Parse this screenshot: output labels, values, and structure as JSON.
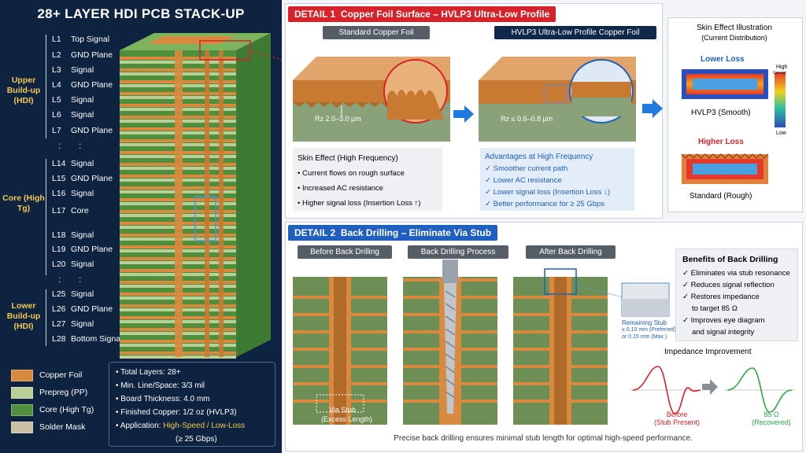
{
  "left": {
    "title": "28+ LAYER HDI PCB STACK-UP",
    "groups": [
      {
        "label": "Upper Build-up (HDI)"
      },
      {
        "label": "Core (High Tg)"
      },
      {
        "label": "Lower Build-up (HDI)"
      }
    ],
    "layers": [
      {
        "num": "L1",
        "name": "Top Signal"
      },
      {
        "num": "L2",
        "name": "GND Plane"
      },
      {
        "num": "L3",
        "name": "Signal"
      },
      {
        "num": "L4",
        "name": "GND Plane"
      },
      {
        "num": "L5",
        "name": "Signal"
      },
      {
        "num": "L6",
        "name": "Signal"
      },
      {
        "num": "L7",
        "name": "GND Plane"
      },
      {
        "num": "L14",
        "name": "Signal"
      },
      {
        "num": "L15",
        "name": "GND Plane"
      },
      {
        "num": "L16",
        "name": "Signal"
      },
      {
        "num": "L17",
        "name": "Core"
      },
      {
        "num": "L18",
        "name": "Signal"
      },
      {
        "num": "L19",
        "name": "GND Plane"
      },
      {
        "num": "L20",
        "name": "Signal"
      },
      {
        "num": "L25",
        "name": "Signal"
      },
      {
        "num": "L26",
        "name": "GND Plane"
      },
      {
        "num": "L27",
        "name": "Signal"
      },
      {
        "num": "L28",
        "name": "Bottom Signal"
      }
    ],
    "dots": ":",
    "legend": [
      {
        "label": "Copper Foil",
        "color": "#d98a3e"
      },
      {
        "label": "Prepreg (PP)",
        "color": "#b9cf98"
      },
      {
        "label": "Core (High Tg)",
        "color": "#4f8f3c"
      },
      {
        "label": "Solder Mask",
        "color": "#c9bfa4"
      }
    ],
    "specs": [
      {
        "label": "Total Layers:",
        "value": "28+"
      },
      {
        "label": "Min. Line/Space:",
        "value": "3/3 mil"
      },
      {
        "label": "Board Thickness:",
        "value": "4.0 mm"
      },
      {
        "label": "Finished Copper:",
        "value": "1/2 oz (HVLP3)"
      },
      {
        "label": "Application:",
        "value": "High-Speed / Low-Loss",
        "value2": "(≥ 25 Gbps)"
      }
    ]
  },
  "detail1": {
    "tag": "DETAIL 1",
    "title": "Copper Foil Surface – HVLP3 Ultra-Low Profile",
    "standard_header": "Standard Copper Foil",
    "hvlp_header": "HVLP3 Ultra-Low Profile Copper Foil",
    "rz_standard": "Rz 2.0–3.0 µm",
    "rz_hvlp": "Rz ≤ 0.6–0.8 µm",
    "skin_title": "Skin Effect (High Frequency)",
    "skin_items": [
      "Current flows on rough surface",
      "Increased AC resistance",
      "Higher signal loss (Insertion Loss ↑)"
    ],
    "adv_title": "Advantages at High Frequency",
    "adv_items": [
      "Smoother current path",
      "Lower AC resistance",
      "Lower signal loss (Insertion Loss ↓)",
      "Better performance for ≥ 25 Gbps"
    ],
    "illus_title": "Skin Effect Illustration",
    "illus_sub": "(Current Distribution)",
    "lower_loss": "Lower Loss",
    "hvlp_smooth": "HVLP3 (Smooth)",
    "higher_loss": "Higher Loss",
    "standard_rough": "Standard (Rough)",
    "scale_high": "High",
    "scale_high_sub": "Current",
    "scale_low": "Low"
  },
  "detail2": {
    "tag": "DETAIL 2",
    "title": "Back Drilling – Eliminate Via Stub",
    "before_header": "Before Back Drilling",
    "process_header": "Back Drilling Process",
    "after_header": "After Back Drilling",
    "via_stub": "Via Stub",
    "excess_length": "(Excess Length)",
    "remaining_stub": "Remaining Stub",
    "remaining_1": "≤ 0.10 mm (Preferred)",
    "remaining_2": "or 0.15 mm (Max.)",
    "benefits_title": "Benefits of Back Drilling",
    "benefits": [
      "Eliminates via stub resonance",
      "Reduces signal reflection",
      "Restores impedance",
      "to target 85 Ω",
      "Improves eye diagram",
      "and signal integrity"
    ],
    "impedance_title": "Impedance Improvement",
    "before_label": "Before",
    "before_sub": "(Stub Present)",
    "after_value": "85 Ω",
    "after_sub": "(Recovered)",
    "footer": "Precise back drilling ensures minimal stub length for optimal high-speed performance."
  }
}
